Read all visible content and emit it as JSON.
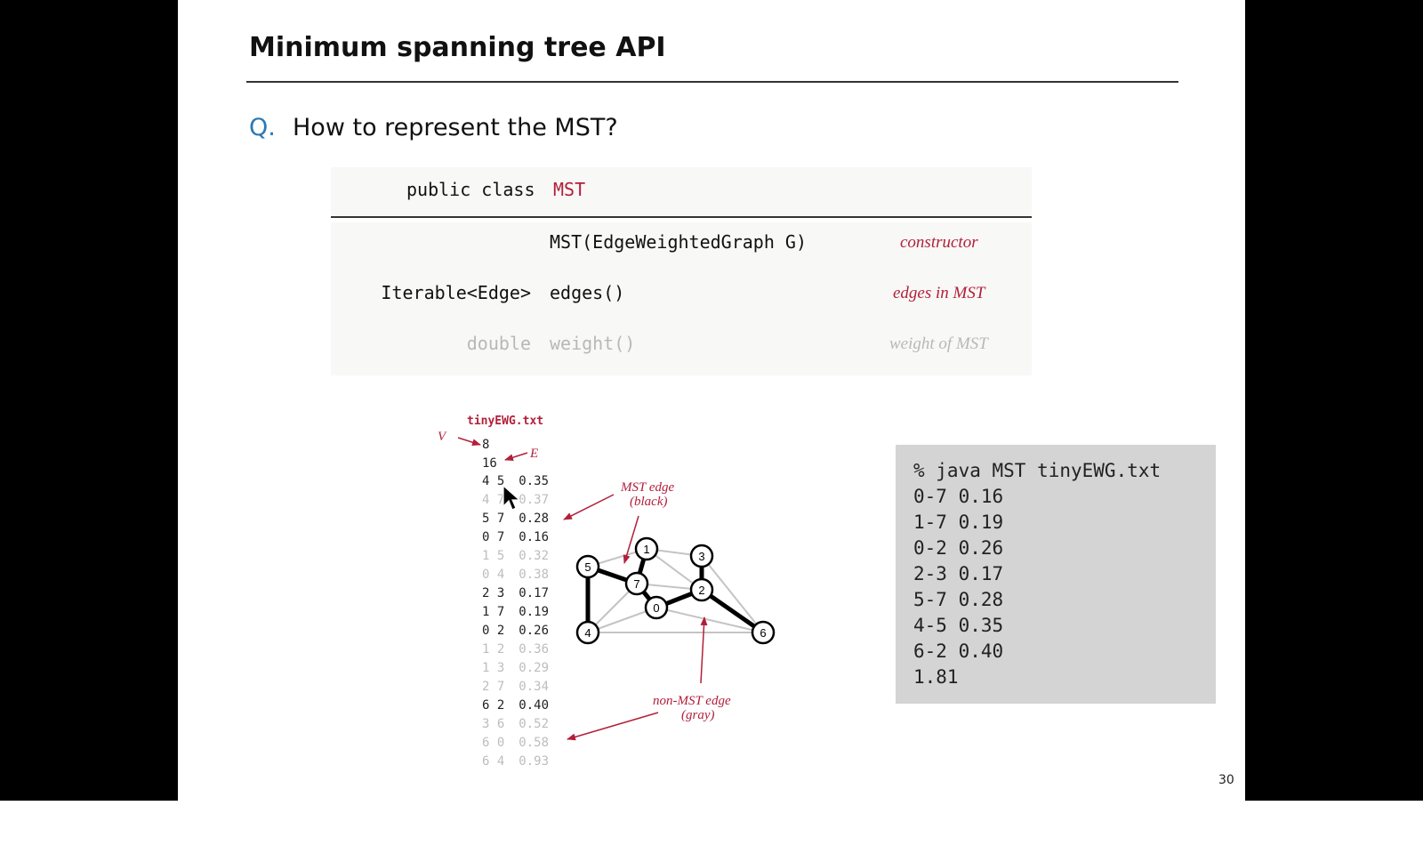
{
  "slide": {
    "title": "Minimum spanning tree API",
    "question_marker": "Q.",
    "question": "How to represent the MST?",
    "page_number": "30"
  },
  "api": {
    "class_keyword": "public class",
    "class_name": "MST",
    "rows": [
      {
        "return_type": "",
        "signature": "MST(EdgeWeightedGraph G)",
        "description": "constructor",
        "muted": false
      },
      {
        "return_type": "Iterable<Edge>",
        "signature": "edges()",
        "description": "edges in MST",
        "muted": false
      },
      {
        "return_type": "double",
        "signature": "weight()",
        "description": "weight of MST",
        "muted": true
      }
    ]
  },
  "input_file": {
    "filename": "tinyEWG.txt",
    "vertices": "8",
    "edges_count": "16",
    "label_v": "V",
    "label_e": "E",
    "edges": [
      {
        "v": "4",
        "w": "5",
        "weight": "0.35",
        "in_mst": true
      },
      {
        "v": "4",
        "w": "7",
        "weight": "0.37",
        "in_mst": false
      },
      {
        "v": "5",
        "w": "7",
        "weight": "0.28",
        "in_mst": true
      },
      {
        "v": "0",
        "w": "7",
        "weight": "0.16",
        "in_mst": true
      },
      {
        "v": "1",
        "w": "5",
        "weight": "0.32",
        "in_mst": false
      },
      {
        "v": "0",
        "w": "4",
        "weight": "0.38",
        "in_mst": false
      },
      {
        "v": "2",
        "w": "3",
        "weight": "0.17",
        "in_mst": true
      },
      {
        "v": "1",
        "w": "7",
        "weight": "0.19",
        "in_mst": true
      },
      {
        "v": "0",
        "w": "2",
        "weight": "0.26",
        "in_mst": true
      },
      {
        "v": "1",
        "w": "2",
        "weight": "0.36",
        "in_mst": false
      },
      {
        "v": "1",
        "w": "3",
        "weight": "0.29",
        "in_mst": false
      },
      {
        "v": "2",
        "w": "7",
        "weight": "0.34",
        "in_mst": false
      },
      {
        "v": "6",
        "w": "2",
        "weight": "0.40",
        "in_mst": true
      },
      {
        "v": "3",
        "w": "6",
        "weight": "0.52",
        "in_mst": false
      },
      {
        "v": "6",
        "w": "0",
        "weight": "0.58",
        "in_mst": false
      },
      {
        "v": "6",
        "w": "4",
        "weight": "0.93",
        "in_mst": false
      }
    ]
  },
  "graph": {
    "vertices": [
      "0",
      "1",
      "2",
      "3",
      "4",
      "5",
      "6",
      "7"
    ],
    "mst_edge_label_line1": "MST edge",
    "mst_edge_label_line2": "(black)",
    "non_mst_edge_label_line1": "non-MST edge",
    "non_mst_edge_label_line2": "(gray)"
  },
  "terminal": {
    "command": "% java MST tinyEWG.txt",
    "lines": [
      "0-7 0.16",
      "1-7 0.19",
      "0-2 0.26",
      "2-3 0.17",
      "5-7 0.28",
      "4-5 0.35",
      "6-2 0.40",
      "1.81"
    ]
  },
  "colors": {
    "accent_blue": "#2a78b4",
    "accent_red": "#b21f3a",
    "terminal_bg": "#d4d4d4",
    "muted_gray": "#bdbdbd"
  }
}
